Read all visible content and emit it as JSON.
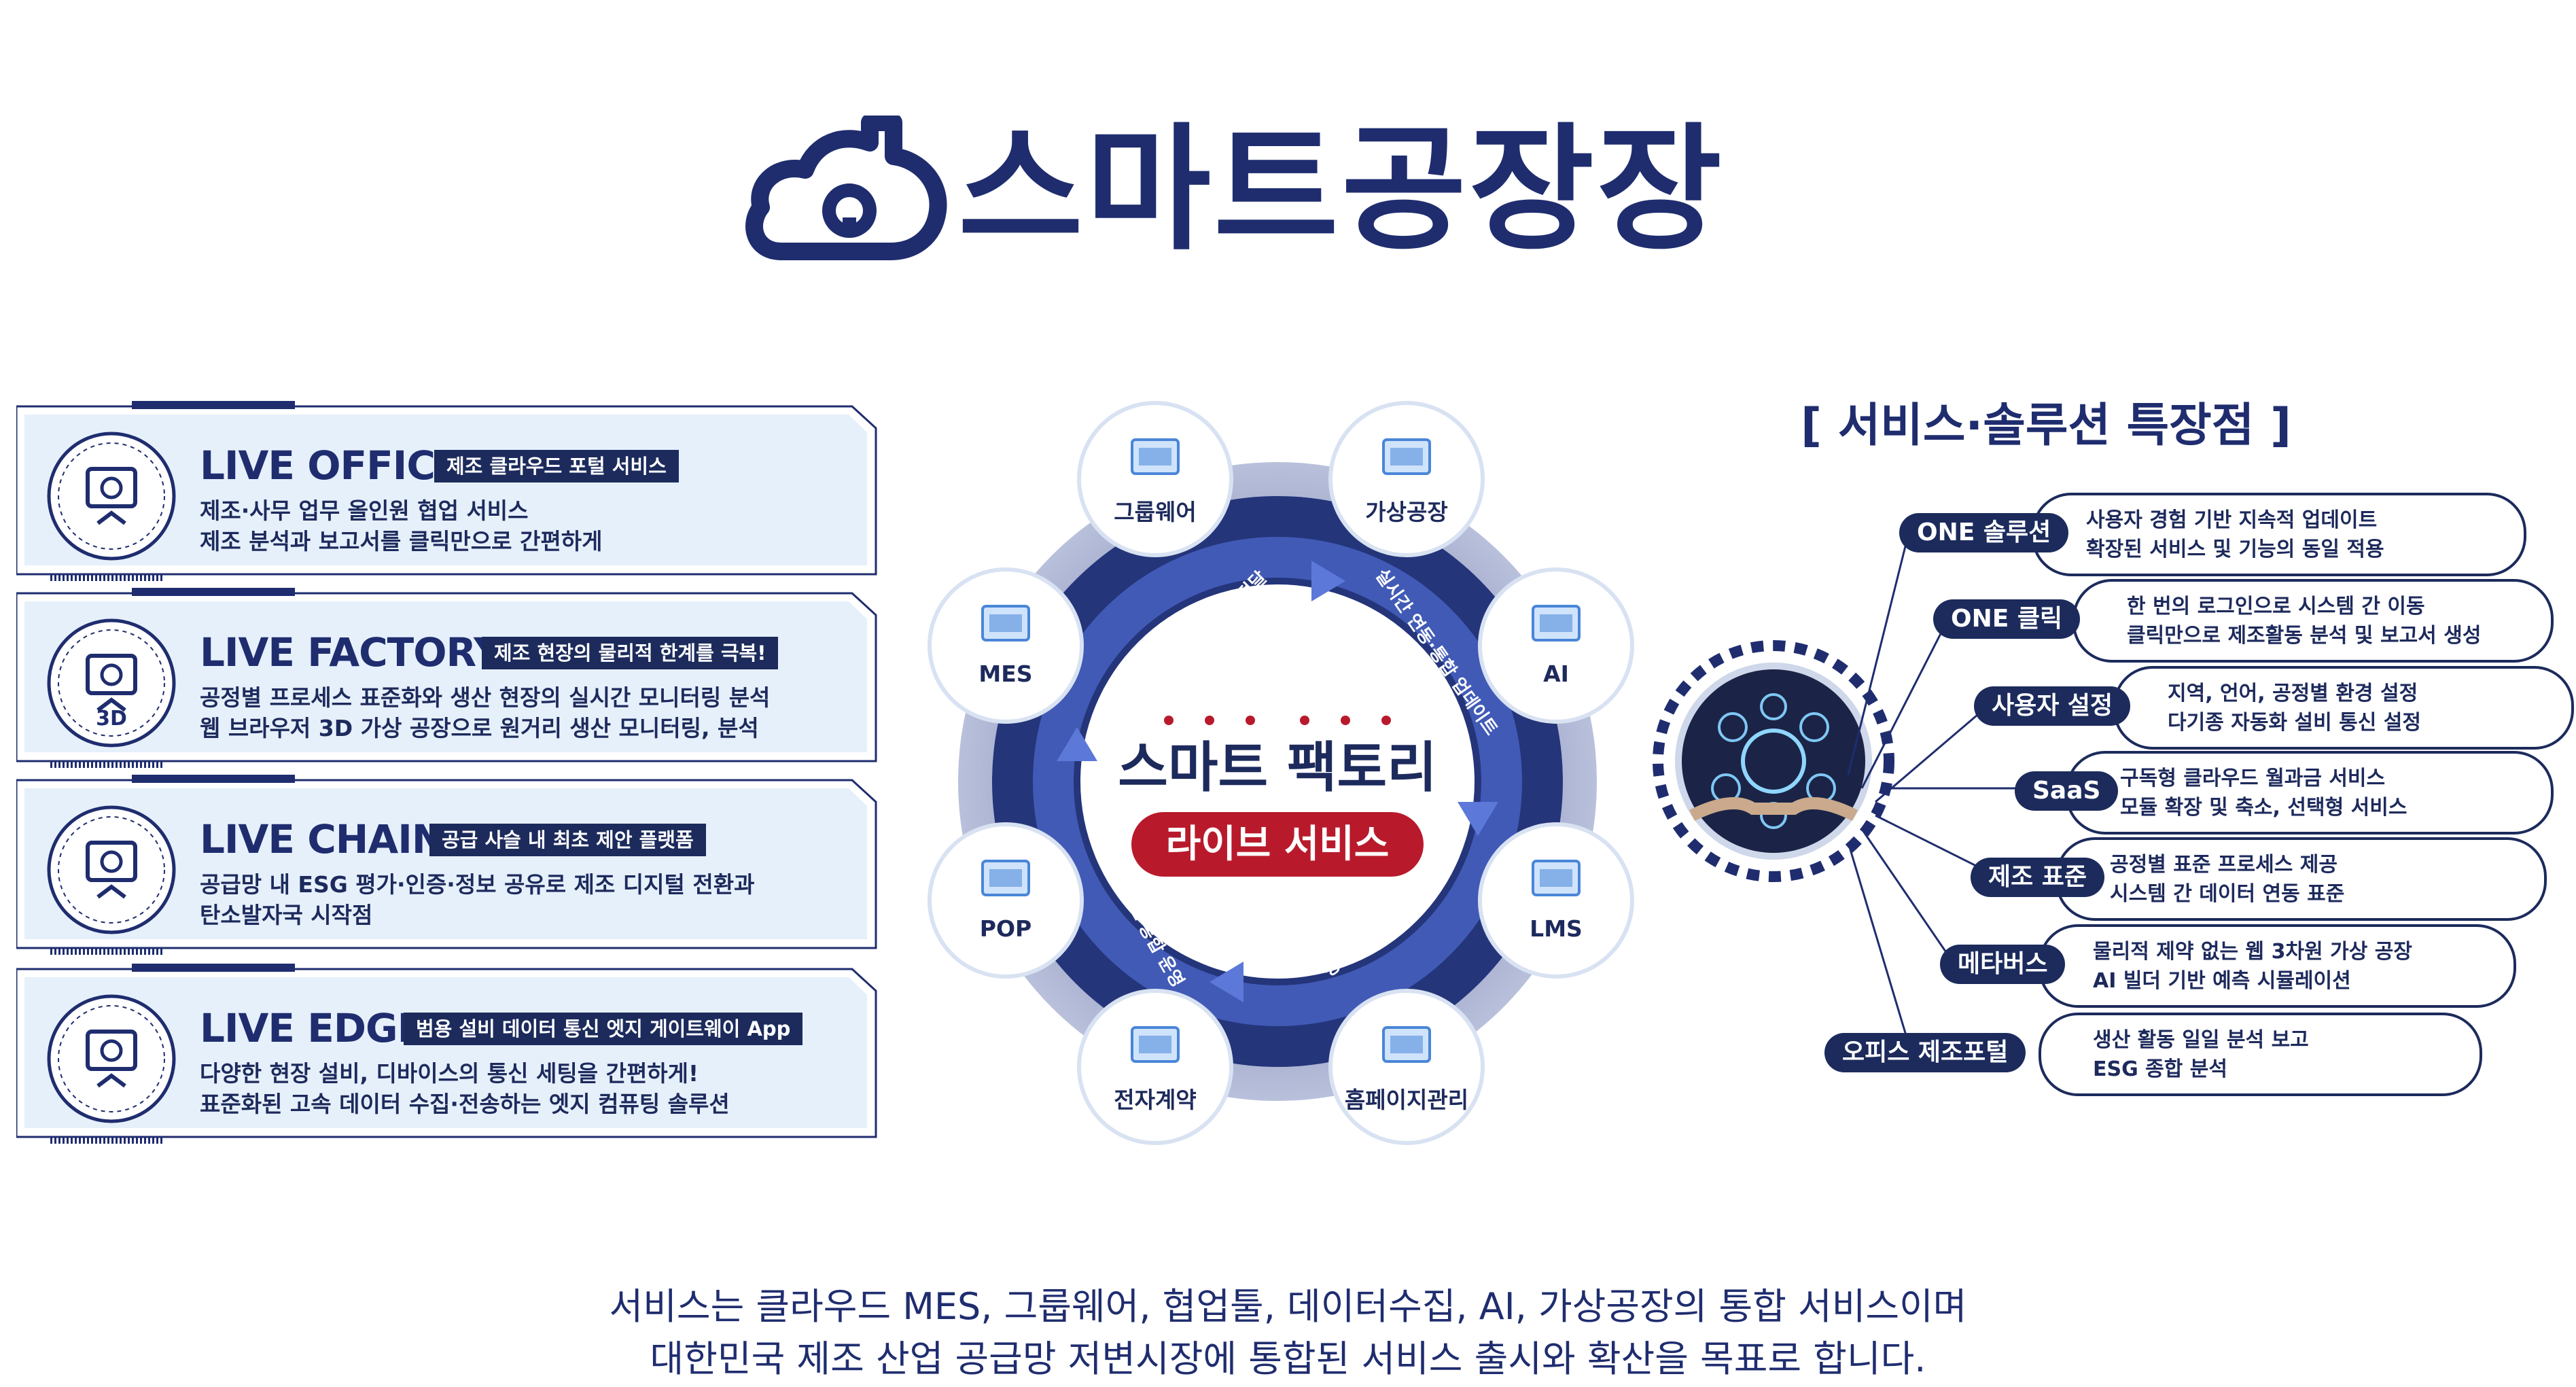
{
  "brand": {
    "logo_text": "스마트공장장"
  },
  "colors": {
    "navy": "#1c2b5c",
    "light_panel": "#e6f0fb",
    "red": "#b81a2c",
    "ring": "#2a3a7c"
  },
  "panels": [
    {
      "title": "LIVE OFFICE",
      "tag": "제조 클라우드 포털 서비스",
      "desc1": "제조·사무 업무 올인원 협업 서비스",
      "desc2": "제조 분석과 보고서를 클릭만으로 간편하게",
      "icon": "touch-screen-icon"
    },
    {
      "title": "LIVE FACTORY",
      "tag": "제조 현장의 물리적 한계를 극복!",
      "desc1": "공정별 프로세스 표준화와 생산 현장의 실시간 모니터링 분석",
      "desc2": "웹 브라우저 3D 가상 공장으로 원거리 생산 모니터링, 분석",
      "icon": "cloud-gear-3d-icon",
      "icon_label": "3D"
    },
    {
      "title": "LIVE CHAIN",
      "tag": "공급 사슬 내 최초 제안 플랫폼",
      "desc1": "공급망 내 ESG 평가·인증·정보 공유로 제조 디지털 전환과",
      "desc2": "탄소발자국 시작점",
      "icon": "org-network-icon"
    },
    {
      "title": "LIVE EDGE",
      "tag": "범용 설비 데이터 통신 엣지 게이트웨이 App",
      "desc1": "다양한 현장 설비, 디바이스의 통신 세팅을 간편하게!",
      "desc2": "표준화된 고속 데이터 수집·전송하는 엣지 컴퓨팅 솔루션",
      "icon": "server-laptop-icon"
    }
  ],
  "center": {
    "title": "스마트 팩토리",
    "subtitle": "라이브 서비스",
    "arc_labels": [
      "실시간 데이터 분석·전달",
      "실시간 연동·통합 업데이트",
      "정보 통합 관리",
      "클라우드 통합 운영"
    ],
    "satellites": [
      {
        "label": "그룹웨어",
        "icon": "folder-icon"
      },
      {
        "label": "가상공장",
        "icon": "monitor-camera-icon"
      },
      {
        "label": "AI",
        "icon": "ai-head-icon"
      },
      {
        "label": "LMS",
        "icon": "chart-window-icon"
      },
      {
        "label": "홈페이지관리",
        "icon": "web-monitor-icon"
      },
      {
        "label": "전자계약",
        "icon": "document-icon"
      },
      {
        "label": "POP",
        "icon": "terminal-device-icon"
      },
      {
        "label": "MES",
        "icon": "bar-chart-icon"
      }
    ]
  },
  "features": {
    "title": "[ 서비스·솔루션 특장점 ]",
    "items": [
      {
        "label": "ONE 솔루션",
        "line1": "사용자 경험 기반 지속적 업데이트",
        "line2": "확장된 서비스 및 기능의 동일 적용"
      },
      {
        "label": "ONE 클릭",
        "line1": "한 번의 로그인으로 시스템 간 이동",
        "line2": "클릭만으로 제조활동 분석 및 보고서 생성"
      },
      {
        "label": "사용자 설정",
        "line1": "지역, 언어, 공정별 환경 설정",
        "line2": "다기종 자동화 설비 통신 설정"
      },
      {
        "label": "SaaS",
        "line1": "구독형 클라우드 월과금 서비스",
        "line2": "모듈 확장 및 축소, 선택형 서비스"
      },
      {
        "label": "제조 표준",
        "line1": "공정별 표준 프로세스 제공",
        "line2": "시스템 간 데이터 연동 표준"
      },
      {
        "label": "메타버스",
        "line1": "물리적 제약 없는 웹 3차원 가상 공장",
        "line2": "AI 빌더 기반 예측 시뮬레이션"
      },
      {
        "label": "오피스 제조포털",
        "line1": "생산 활동 일일 분석 보고",
        "line2": "ESG 종합 분석"
      }
    ]
  },
  "bottom": {
    "line1": "서비스는 클라우드 MES, 그룹웨어, 협업툴, 데이터수집, AI, 가상공장의 통합 서비스이며",
    "line2": "대한민국 제조 산업 공급망 저변시장에 통합된 서비스 출시와 확산을 목표로 합니다."
  }
}
